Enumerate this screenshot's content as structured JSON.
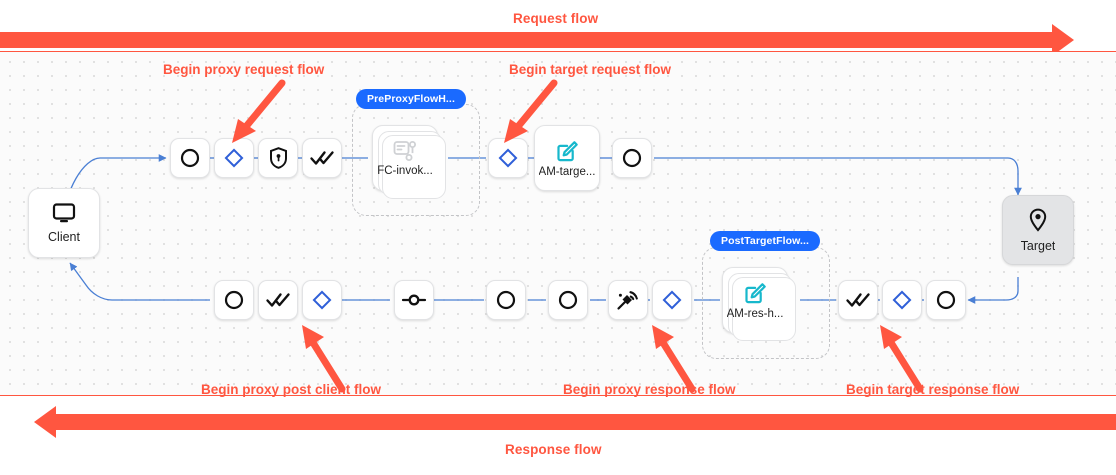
{
  "bands": {
    "request_label": "Request flow",
    "response_label": "Response flow",
    "color": "#ff5640"
  },
  "annotations": [
    {
      "id": "begin-proxy-request",
      "text": "Begin proxy request flow"
    },
    {
      "id": "begin-target-request",
      "text": "Begin target request flow"
    },
    {
      "id": "begin-proxy-post-client",
      "text": "Begin proxy post client flow"
    },
    {
      "id": "begin-proxy-response",
      "text": "Begin proxy response flow"
    },
    {
      "id": "begin-target-response",
      "text": "Begin target response flow"
    }
  ],
  "endpoints": {
    "client": {
      "label": "Client",
      "icon": "monitor-icon"
    },
    "target": {
      "label": "Target",
      "icon": "location-pin-icon"
    }
  },
  "groups": [
    {
      "id": "preproxyflow",
      "pill": "PreProxyFlowH..."
    },
    {
      "id": "posttargetflow",
      "pill": "PostTargetFlow..."
    }
  ],
  "request_row": [
    {
      "id": "req-circle-1",
      "icon": "circle-icon",
      "label": ""
    },
    {
      "id": "req-diamond-1",
      "icon": "diamond-icon",
      "label": ""
    },
    {
      "id": "req-shield",
      "icon": "shield-lock-icon",
      "label": ""
    },
    {
      "id": "req-checks-1",
      "icon": "double-check-icon",
      "label": ""
    },
    {
      "id": "req-fc-invoke",
      "icon": "flowchart-icon",
      "label": "FC-invok..."
    },
    {
      "id": "req-diamond-2",
      "icon": "diamond-icon",
      "label": ""
    },
    {
      "id": "req-am-target",
      "icon": "edit-pencil-icon",
      "label": "AM-targe..."
    },
    {
      "id": "req-circle-2",
      "icon": "circle-icon",
      "label": ""
    }
  ],
  "response_row": [
    {
      "id": "res-circle-1",
      "icon": "circle-icon",
      "label": ""
    },
    {
      "id": "res-checks-1",
      "icon": "double-check-icon",
      "label": ""
    },
    {
      "id": "res-diamond-1",
      "icon": "diamond-icon",
      "label": ""
    },
    {
      "id": "res-connector",
      "icon": "node-connector-icon",
      "label": ""
    },
    {
      "id": "res-circle-2",
      "icon": "circle-icon",
      "label": ""
    },
    {
      "id": "res-circle-3",
      "icon": "circle-icon",
      "label": ""
    },
    {
      "id": "res-satellite",
      "icon": "satellite-icon",
      "label": ""
    },
    {
      "id": "res-diamond-2",
      "icon": "diamond-icon",
      "label": ""
    },
    {
      "id": "res-am-res",
      "icon": "edit-pencil-icon",
      "label": "AM-res-h..."
    },
    {
      "id": "res-checks-2",
      "icon": "double-check-icon",
      "label": ""
    },
    {
      "id": "res-diamond-3",
      "icon": "diamond-icon",
      "label": ""
    },
    {
      "id": "res-circle-4",
      "icon": "circle-icon",
      "label": ""
    }
  ],
  "colors": {
    "accent_red": "#ff5640",
    "wire_blue": "#4a7fd4",
    "diamond_blue": "#2f5fd8",
    "pill_blue": "#1a6aff",
    "teal": "#17b8cc",
    "canvas": "#fbfbfb"
  }
}
